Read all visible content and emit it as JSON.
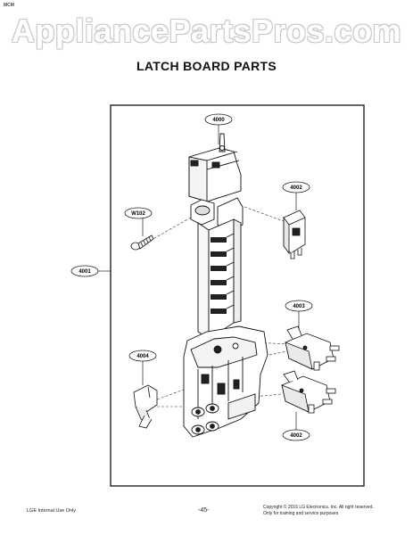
{
  "corner_tag": "MCM",
  "watermark": "AppliancePartsPros.com",
  "title": "LATCH BOARD PARTS",
  "callouts": {
    "c4000": "4000",
    "c4002_top": "4002",
    "cW102": "W102",
    "c4001": "4001",
    "c4003": "4003",
    "c4004": "4004",
    "c4002_bottom": "4002"
  },
  "footer": {
    "left": "LGE Internal Use Only",
    "center": "-45-",
    "right_line1": "Copyright © 2016 LG Electronics. Inc. All right reserved.",
    "right_line2": "Only for training and service purposes"
  }
}
